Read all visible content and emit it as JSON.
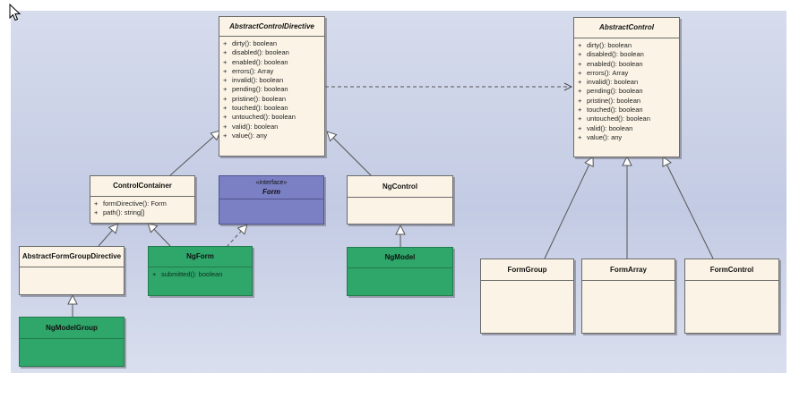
{
  "classes": {
    "abstract_control_directive": {
      "name": "AbstractControlDirective",
      "operations": [
        "dirty(): boolean",
        "disabled(): boolean",
        "enabled(): boolean",
        "errors(): Array",
        "invalid(): boolean",
        "pending(): boolean",
        "pristine(): boolean",
        "touched(): boolean",
        "untouched(): boolean",
        "valid(): boolean",
        "value(): any"
      ]
    },
    "abstract_control": {
      "name": "AbstractControl",
      "operations": [
        "dirty(): boolean",
        "disabled(): boolean",
        "enabled(): boolean",
        "errors(): Array",
        "invalid(): boolean",
        "pending(): boolean",
        "pristine(): boolean",
        "touched(): boolean",
        "untouched(): boolean",
        "valid(): boolean",
        "value(): any"
      ]
    },
    "control_container": {
      "name": "ControlContainer",
      "operations": [
        "formDirective(): Form",
        "path(): string[]"
      ]
    },
    "form": {
      "stereotype": "«interface»",
      "name": "Form"
    },
    "ng_control": {
      "name": "NgControl"
    },
    "abstract_form_group_directive": {
      "name": "AbstractFormGroupDirective"
    },
    "ng_form": {
      "name": "NgForm",
      "operations": [
        "submitted(): boolean"
      ]
    },
    "ng_model": {
      "name": "NgModel"
    },
    "ng_model_group": {
      "name": "NgModelGroup"
    },
    "form_group": {
      "name": "FormGroup"
    },
    "form_array": {
      "name": "FormArray"
    },
    "form_control": {
      "name": "FormControl"
    }
  },
  "visibility_marker": "+",
  "colors": {
    "class_fill": "#fbf4e6",
    "green_fill": "#2fa66a",
    "interface_fill": "#7b7fc4",
    "canvas": "#c9d0e6"
  }
}
